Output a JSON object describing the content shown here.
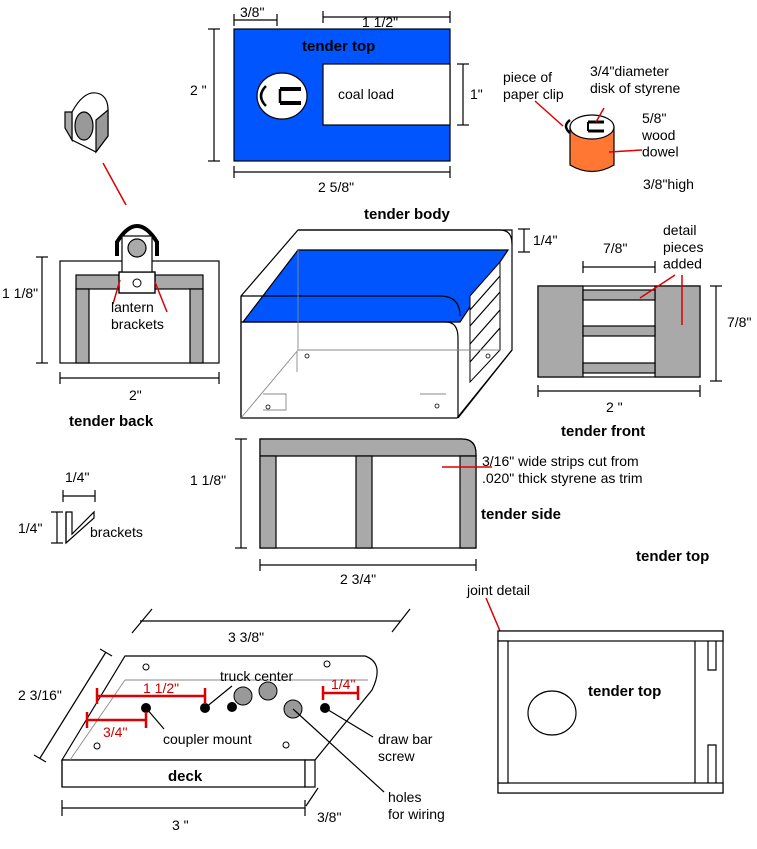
{
  "colors": {
    "blue": "#0055ff",
    "gray": "#a9a9a9",
    "orange": "#ff7733",
    "red": "#dd0000"
  },
  "tender_top_plan": {
    "title": "tender  top",
    "dim_left_notch": "3/8\"",
    "dim_load_width": "1 1/2\"",
    "dim_height": "2 \"",
    "dim_load_height": "1\"",
    "dim_width": "2 5/8\"",
    "coal_load": "coal load"
  },
  "lantern": {
    "paper_clip": "piece of\npaper clip",
    "disk": "3/4\"diameter\ndisk of styrene",
    "dowel": "5/8\"\nwood\ndowel",
    "dowel_height": "3/8\"high"
  },
  "tender_back": {
    "title": "tender back",
    "height": "1 1/8\"",
    "brackets_label": "lantern\nbrackets",
    "width": "2\""
  },
  "tender_body": {
    "title": "tender body",
    "dim_quarter": "1/4\""
  },
  "tender_front": {
    "title": "tender front",
    "dim_inner": "7/8\"",
    "detail_note": "detail\npieces\nadded",
    "dim_height": "7/8\"",
    "dim_width": "2 \""
  },
  "brackets": {
    "dim_top": "1/4\"",
    "dim_side": "1/4\"",
    "label": "brackets"
  },
  "tender_side": {
    "title": "tender side",
    "height": "1 1/8\"",
    "strip_note": "3/16\" wide strips cut from\n.020\" thick styrene as trim",
    "width": "2 3/4\""
  },
  "tender_top_joint": {
    "title_right": "tender  top",
    "joint_detail": "joint detail",
    "inner_title": "tender  top"
  },
  "deck": {
    "title": "deck",
    "dim_length_top": "3 3/8\"",
    "dim_width": "2 3/16\"",
    "dim_truck": "1 1/2\"",
    "dim_coupler": "3/4\"",
    "dim_drawbar": "1/4\"",
    "truck_center": "truck center",
    "coupler_mount": "coupler mount",
    "draw_bar": "draw bar\nscrew",
    "holes": "holes\nfor wiring",
    "dim_length_bottom": "3 \"",
    "dim_thickness": "3/8\""
  }
}
